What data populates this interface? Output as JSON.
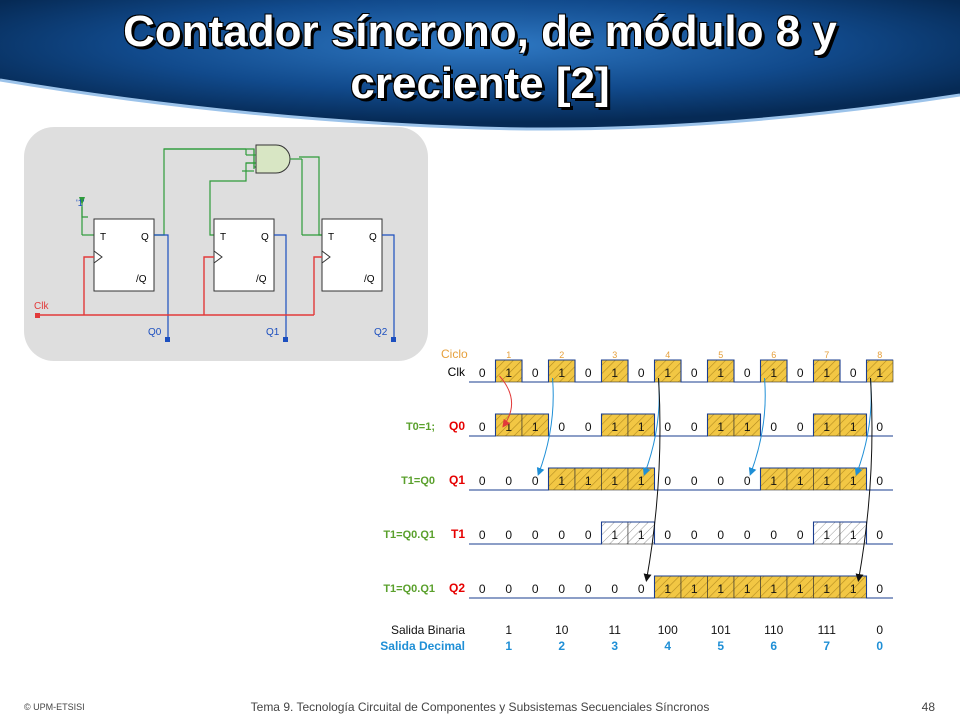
{
  "slide": {
    "title_line1": "Contador síncrono, de módulo 8 y",
    "title_line2": "creciente [2]",
    "footer_left": "© UPM-ETSISI",
    "footer_center": "Tema 9. Tecnología Circuital de Componentes y Subsistemas Secuenciales Síncronos",
    "page_number": "48"
  },
  "circuit": {
    "ff_labels": {
      "t": "T",
      "q": "Q",
      "nq": "/Q"
    },
    "input_label": "'1'",
    "clk_label": "Clk",
    "outputs": [
      "Q0",
      "Q1",
      "Q2"
    ]
  },
  "timing": {
    "ciclo_label": "Ciclo",
    "cycles": [
      "1",
      "2",
      "3",
      "4",
      "5",
      "6",
      "7",
      "8"
    ],
    "rows": [
      {
        "pre": "",
        "name": "Clk",
        "name_color": "#000000",
        "bits": [
          0,
          1,
          0,
          1,
          0,
          1,
          0,
          1,
          0,
          1,
          0,
          1,
          0,
          1,
          0,
          1
        ]
      },
      {
        "pre": "T0=1;",
        "name": "Q0",
        "name_color": "#e60000",
        "bits": [
          0,
          1,
          1,
          0,
          0,
          1,
          1,
          0,
          0,
          1,
          1,
          0,
          0,
          1,
          1,
          0
        ]
      },
      {
        "pre": "T1=Q0",
        "name": "Q1",
        "name_color": "#e60000",
        "bits": [
          0,
          0,
          0,
          1,
          1,
          1,
          1,
          0,
          0,
          0,
          0,
          1,
          1,
          1,
          1,
          0
        ]
      },
      {
        "pre": "T1=Q0.Q1",
        "name": "T1",
        "name_color": "#e60000",
        "bits": [
          0,
          0,
          0,
          0,
          0,
          1,
          1,
          0,
          0,
          0,
          0,
          0,
          0,
          1,
          1,
          0
        ]
      },
      {
        "pre": "T1=Q0.Q1",
        "name": "Q2",
        "name_color": "#e60000",
        "bits": [
          0,
          0,
          0,
          0,
          0,
          0,
          0,
          1,
          1,
          1,
          1,
          1,
          1,
          1,
          1,
          0
        ]
      }
    ],
    "binary_label": "Salida Binaria",
    "binary_values": [
      "1",
      "10",
      "11",
      "100",
      "101",
      "110",
      "111",
      "0"
    ],
    "decimal_label": "Salida Decimal",
    "decimal_values": [
      "1",
      "2",
      "3",
      "4",
      "5",
      "6",
      "7",
      "0"
    ],
    "colors": {
      "pre_label": "#5aa02c",
      "ciclo": "#e6a03c",
      "decimal": "#1f8fd6",
      "fill": "#f2c744",
      "hatch": "#999999"
    }
  }
}
